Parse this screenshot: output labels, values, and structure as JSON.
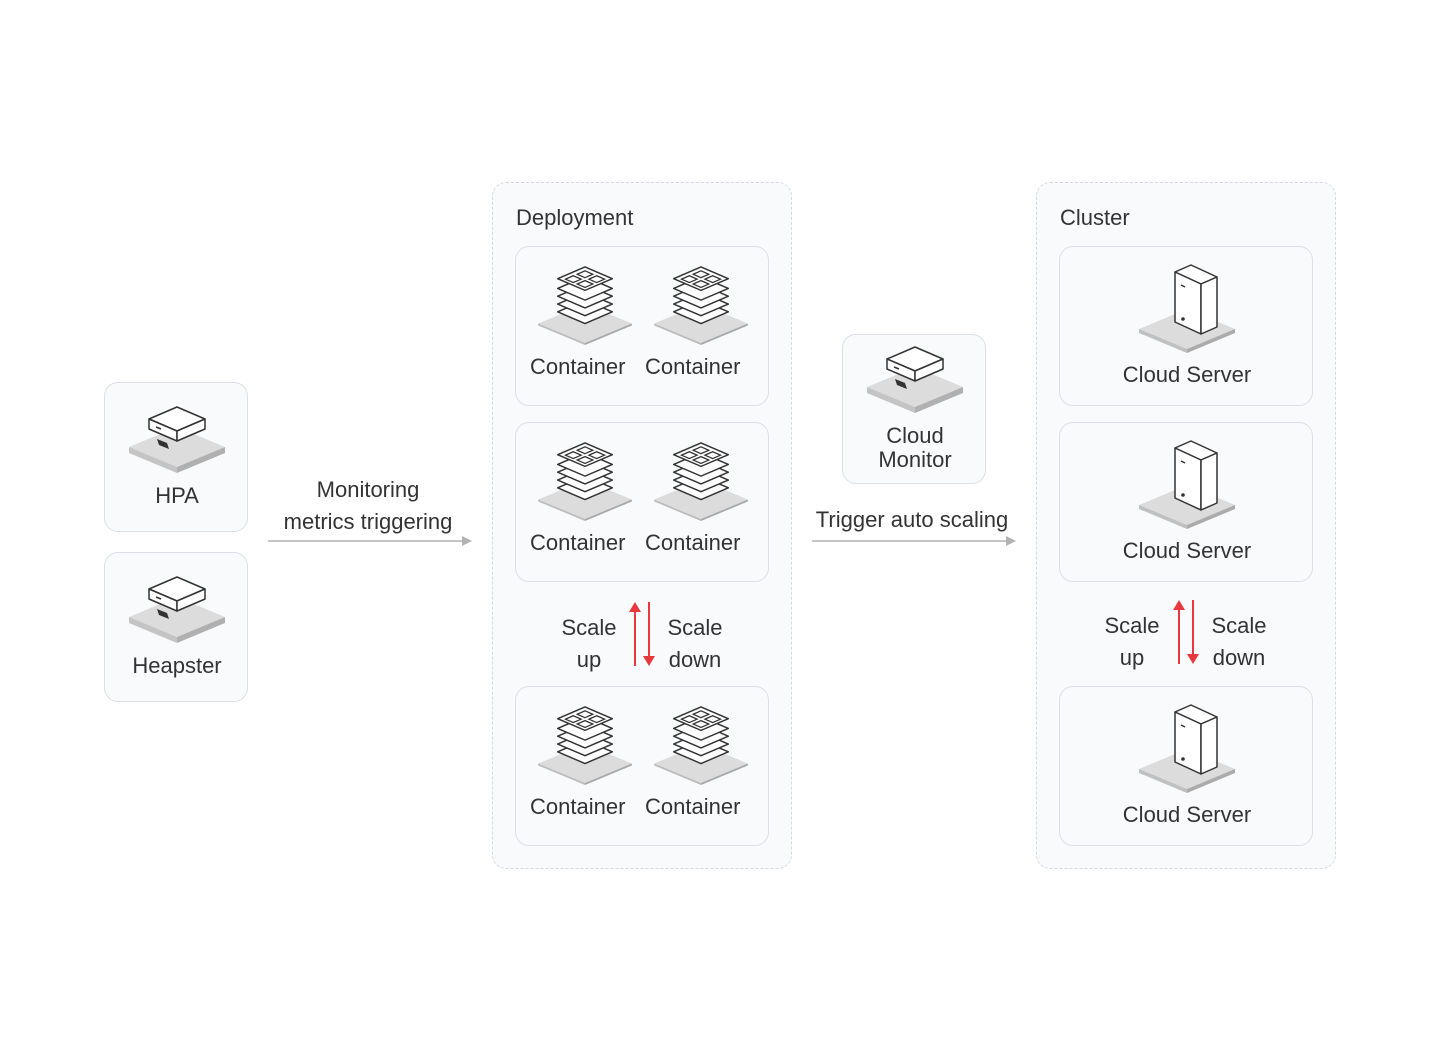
{
  "hpa": {
    "label": "HPA",
    "icon": "monitor-device-icon"
  },
  "heapster": {
    "label": "Heapster",
    "icon": "monitor-device-icon"
  },
  "arrow1": {
    "line1": "Monitoring",
    "line2": "metrics triggering"
  },
  "deployment": {
    "title": "Deployment",
    "rows": [
      {
        "items": [
          "Container",
          "Container"
        ]
      },
      {
        "items": [
          "Container",
          "Container"
        ]
      },
      {
        "items": [
          "Container",
          "Container"
        ]
      }
    ],
    "scale_up": {
      "line1": "Scale",
      "line2": "up"
    },
    "scale_down": {
      "line1": "Scale",
      "line2": "down"
    }
  },
  "cloud_monitor": {
    "line1": "Cloud",
    "line2": "Monitor",
    "icon": "monitor-device-icon"
  },
  "arrow2": {
    "label": "Trigger auto scaling"
  },
  "cluster": {
    "title": "Cluster",
    "servers": [
      "Cloud Server",
      "Cloud Server",
      "Cloud Server"
    ],
    "scale_up": {
      "line1": "Scale",
      "line2": "up"
    },
    "scale_down": {
      "line1": "Scale",
      "line2": "down"
    }
  },
  "colors": {
    "scale_arrow": "#e8383d",
    "flow_arrow": "#b3b3b3",
    "card_border": "#dcdfe6"
  }
}
